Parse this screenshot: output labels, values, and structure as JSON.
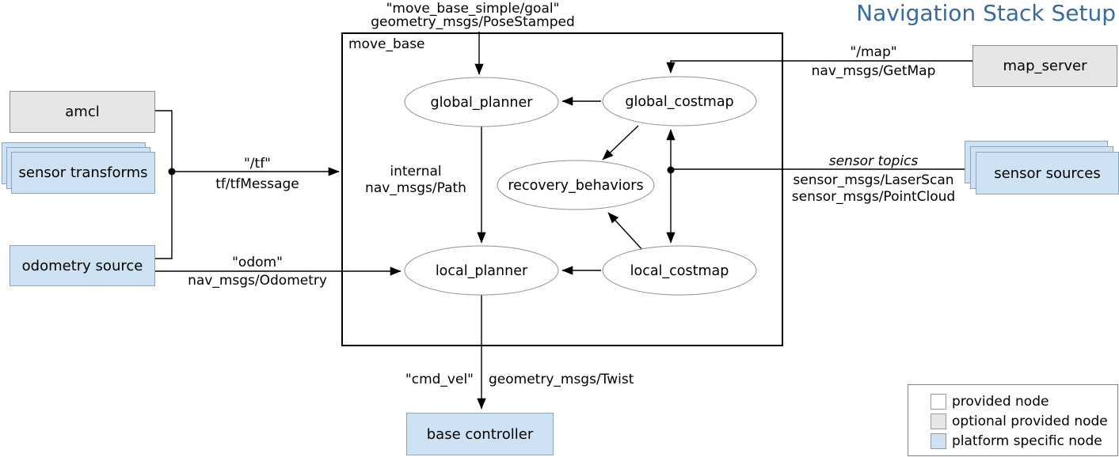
{
  "title": "Navigation Stack Setup",
  "container": {
    "label": "move_base"
  },
  "nodes": {
    "amcl": {
      "label": "amcl",
      "type": "optional provided node"
    },
    "sensor_transforms": {
      "label": "sensor transforms",
      "type": "platform specific node"
    },
    "odometry_source": {
      "label": "odometry source",
      "type": "platform specific node"
    },
    "map_server": {
      "label": "map_server",
      "type": "optional provided node"
    },
    "sensor_sources": {
      "label": "sensor sources",
      "type": "platform specific node"
    },
    "base_controller": {
      "label": "base controller",
      "type": "platform specific node"
    }
  },
  "ellipses": {
    "global_planner": "global_planner",
    "global_costmap": "global_costmap",
    "recovery_behaviors": "recovery_behaviors",
    "local_planner": "local_planner",
    "local_costmap": "local_costmap"
  },
  "edge_labels": {
    "goal_topic": "\"move_base_simple/goal\"",
    "goal_type": "geometry_msgs/PoseStamped",
    "tf_topic": "\"/tf\"",
    "tf_type": "tf/tfMessage",
    "odom_topic": "\"odom\"",
    "odom_type": "nav_msgs/Odometry",
    "map_topic": "\"/map\"",
    "map_type": "nav_msgs/GetMap",
    "sensor_topic": "sensor topics",
    "sensor_type_laser": "sensor_msgs/LaserScan",
    "sensor_type_pointcloud": "sensor_msgs/PointCloud",
    "internal_label": "internal",
    "internal_type": "nav_msgs/Path",
    "cmdvel_topic": "\"cmd_vel\"",
    "cmdvel_type": "geometry_msgs/Twist"
  },
  "legend": {
    "items": [
      {
        "label": "provided node",
        "swatch": "#ffffff"
      },
      {
        "label": "optional provided node",
        "swatch": "#e6e6e6"
      },
      {
        "label": "platform specific node",
        "swatch": "#cfe2f4"
      }
    ]
  },
  "colors": {
    "title_blue": "#376a9e",
    "platform_node_fill": "#cfe2f4",
    "optional_node_fill": "#e6e6e6",
    "provided_node_fill": "#ffffff",
    "line_black": "#000000",
    "ellipse_stroke": "#909090"
  }
}
